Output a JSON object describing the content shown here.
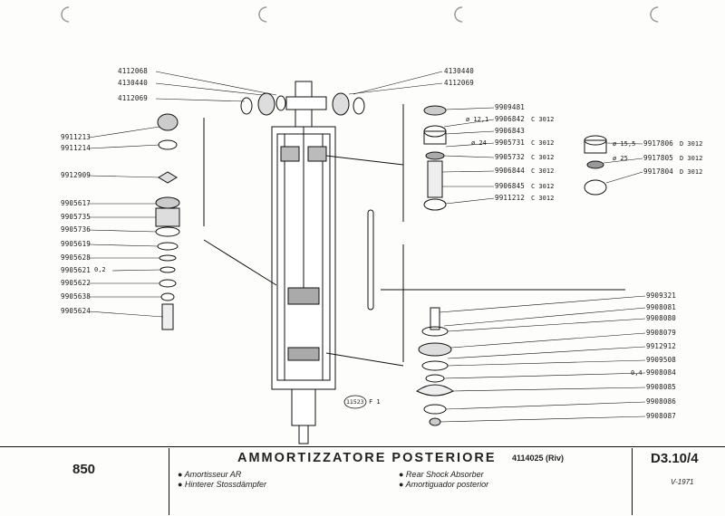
{
  "left_labels": [
    {
      "id": "p4112068",
      "text": "4112068"
    },
    {
      "id": "p4130440a",
      "text": "4130440"
    },
    {
      "id": "p4112069a",
      "text": "4112069"
    },
    {
      "id": "p9911213",
      "text": "9911213"
    },
    {
      "id": "p9911214",
      "text": "9911214"
    },
    {
      "id": "p9912909",
      "text": "9912909"
    },
    {
      "id": "p9905617",
      "text": "9905617"
    },
    {
      "id": "p9905735",
      "text": "9905735"
    },
    {
      "id": "p9905736",
      "text": "9905736"
    },
    {
      "id": "p9905619",
      "text": "9905619"
    },
    {
      "id": "p9905628",
      "text": "9905628"
    },
    {
      "id": "p9905621",
      "text": "9905621"
    },
    {
      "id": "p9905622",
      "text": "9905622"
    },
    {
      "id": "p9905638",
      "text": "9905638"
    },
    {
      "id": "p9905624",
      "text": "9905624"
    }
  ],
  "shim_0_2": "0,2",
  "top_right_labels": [
    {
      "id": "p4130440b",
      "text": "4130440"
    },
    {
      "id": "p4112069b",
      "text": "4112069"
    }
  ],
  "center_group": [
    {
      "id": "p9909481",
      "prefix": "",
      "text": "9909481",
      "code": ""
    },
    {
      "id": "p9906842",
      "prefix": "ø 12,1",
      "text": "9906842",
      "code": "C 3012"
    },
    {
      "id": "p9906843",
      "prefix": "",
      "text": "9906843",
      "code": ""
    },
    {
      "id": "p9905731",
      "prefix": "ø 24",
      "text": "9905731",
      "code": "C 3012"
    },
    {
      "id": "p9905732",
      "prefix": "",
      "text": "9905732",
      "code": "C 3012"
    },
    {
      "id": "p9906844",
      "prefix": "",
      "text": "9906844",
      "code": "C 3012"
    },
    {
      "id": "p9906845",
      "prefix": "",
      "text": "9906845",
      "code": "C 3012"
    },
    {
      "id": "p9911212",
      "prefix": "",
      "text": "9911212",
      "code": "C 3012"
    }
  ],
  "right_group": [
    {
      "id": "p9917806",
      "prefix": "ø 15,5",
      "text": "9917806",
      "code": "D 3012"
    },
    {
      "id": "p9917805",
      "prefix": "ø 25",
      "text": "9917805",
      "code": "D 3012"
    },
    {
      "id": "p9917804",
      "prefix": "",
      "text": "9917804",
      "code": "D 3012"
    }
  ],
  "lower_right_labels": [
    {
      "id": "p9909321",
      "text": "9909321"
    },
    {
      "id": "p9908081",
      "text": "9908081"
    },
    {
      "id": "p9908080",
      "text": "9908080"
    },
    {
      "id": "p9908079",
      "text": "9908079"
    },
    {
      "id": "p9912912",
      "text": "9912912"
    },
    {
      "id": "p9909508",
      "text": "9909508"
    },
    {
      "id": "p9908084",
      "text": "9908084"
    },
    {
      "id": "p9908085",
      "text": "9908085"
    },
    {
      "id": "p9908086",
      "text": "9908086"
    },
    {
      "id": "p9908087",
      "text": "9908087"
    }
  ],
  "shim_0_4": "0,4",
  "figure_ref": "11523",
  "figure_suffix": "F 1",
  "footer": {
    "model": "850",
    "title": "AMMORTIZZATORE POSTERIORE",
    "title_code": "4114025 (Riv)",
    "lang_fr": "● Amortisseur AR",
    "lang_de": "● Hinterer Stossdämpfer",
    "lang_en": "● Rear Shock Absorber",
    "lang_es": "● Amortiguador posterior",
    "sheet_ref": "D3.10/4",
    "date": "V-1971"
  }
}
